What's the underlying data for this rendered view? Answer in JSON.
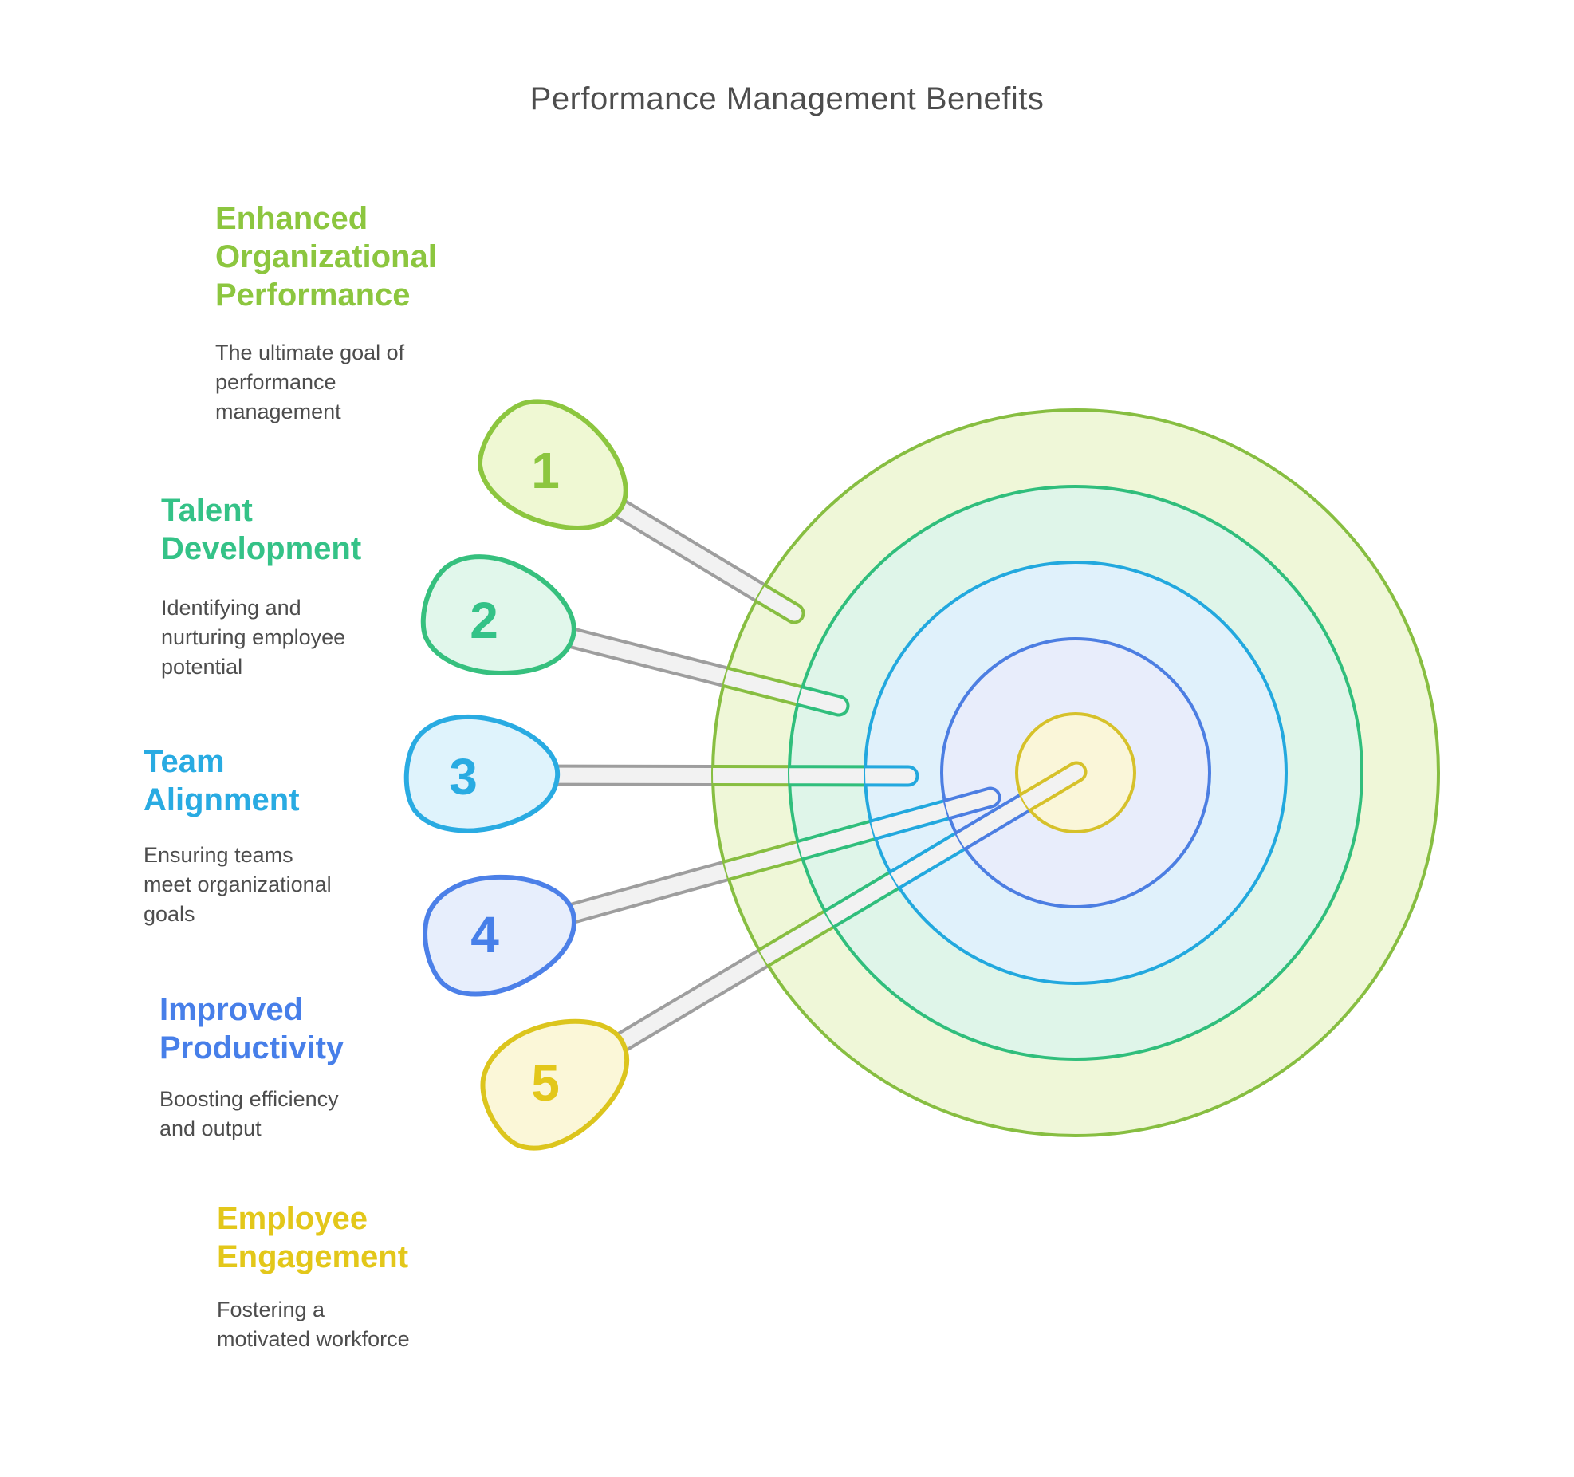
{
  "title": "Performance Management Benefits",
  "text_color": "#4D4D4D",
  "benefits": [
    {
      "number": "1",
      "heading": "Enhanced\nOrganizational\nPerformance",
      "description": "The ultimate goal of\nperformance\nmanagement",
      "color": "#8CC63F"
    },
    {
      "number": "2",
      "heading": "Talent\nDevelopment",
      "description": "Identifying and\nnurturing employee\npotential",
      "color": "#34C287"
    },
    {
      "number": "3",
      "heading": "Team\nAlignment",
      "description": "Ensuring teams\nmeet organizational\ngoals",
      "color": "#29ABE2"
    },
    {
      "number": "4",
      "heading": "Improved\nProductivity",
      "description": "Boosting efficiency\nand output",
      "color": "#477FE9"
    },
    {
      "number": "5",
      "heading": "Employee\nEngagement",
      "description": "Fostering a\nmotivated workforce",
      "color": "#E3C71A"
    }
  ],
  "target": {
    "description": "concentric bullseye, one ring per benefit, pierced by numbered pins",
    "rings": [
      {
        "ring": "outer-ring-1",
        "stroke": "#87BE41",
        "fill": "#EFF7D8"
      },
      {
        "ring": "ring-2",
        "stroke": "#30BE7C",
        "fill": "#DFF5E9"
      },
      {
        "ring": "ring-3",
        "stroke": "#22A8DE",
        "fill": "#E0F1FB"
      },
      {
        "ring": "ring-4",
        "stroke": "#4C7EE2",
        "fill": "#E8EDFB"
      },
      {
        "ring": "bullseye",
        "stroke": "#D6C12A",
        "fill": "#FAF6D9"
      }
    ],
    "connector": {
      "edge": "#9E9E9E",
      "core": "#F2F2F2"
    }
  }
}
